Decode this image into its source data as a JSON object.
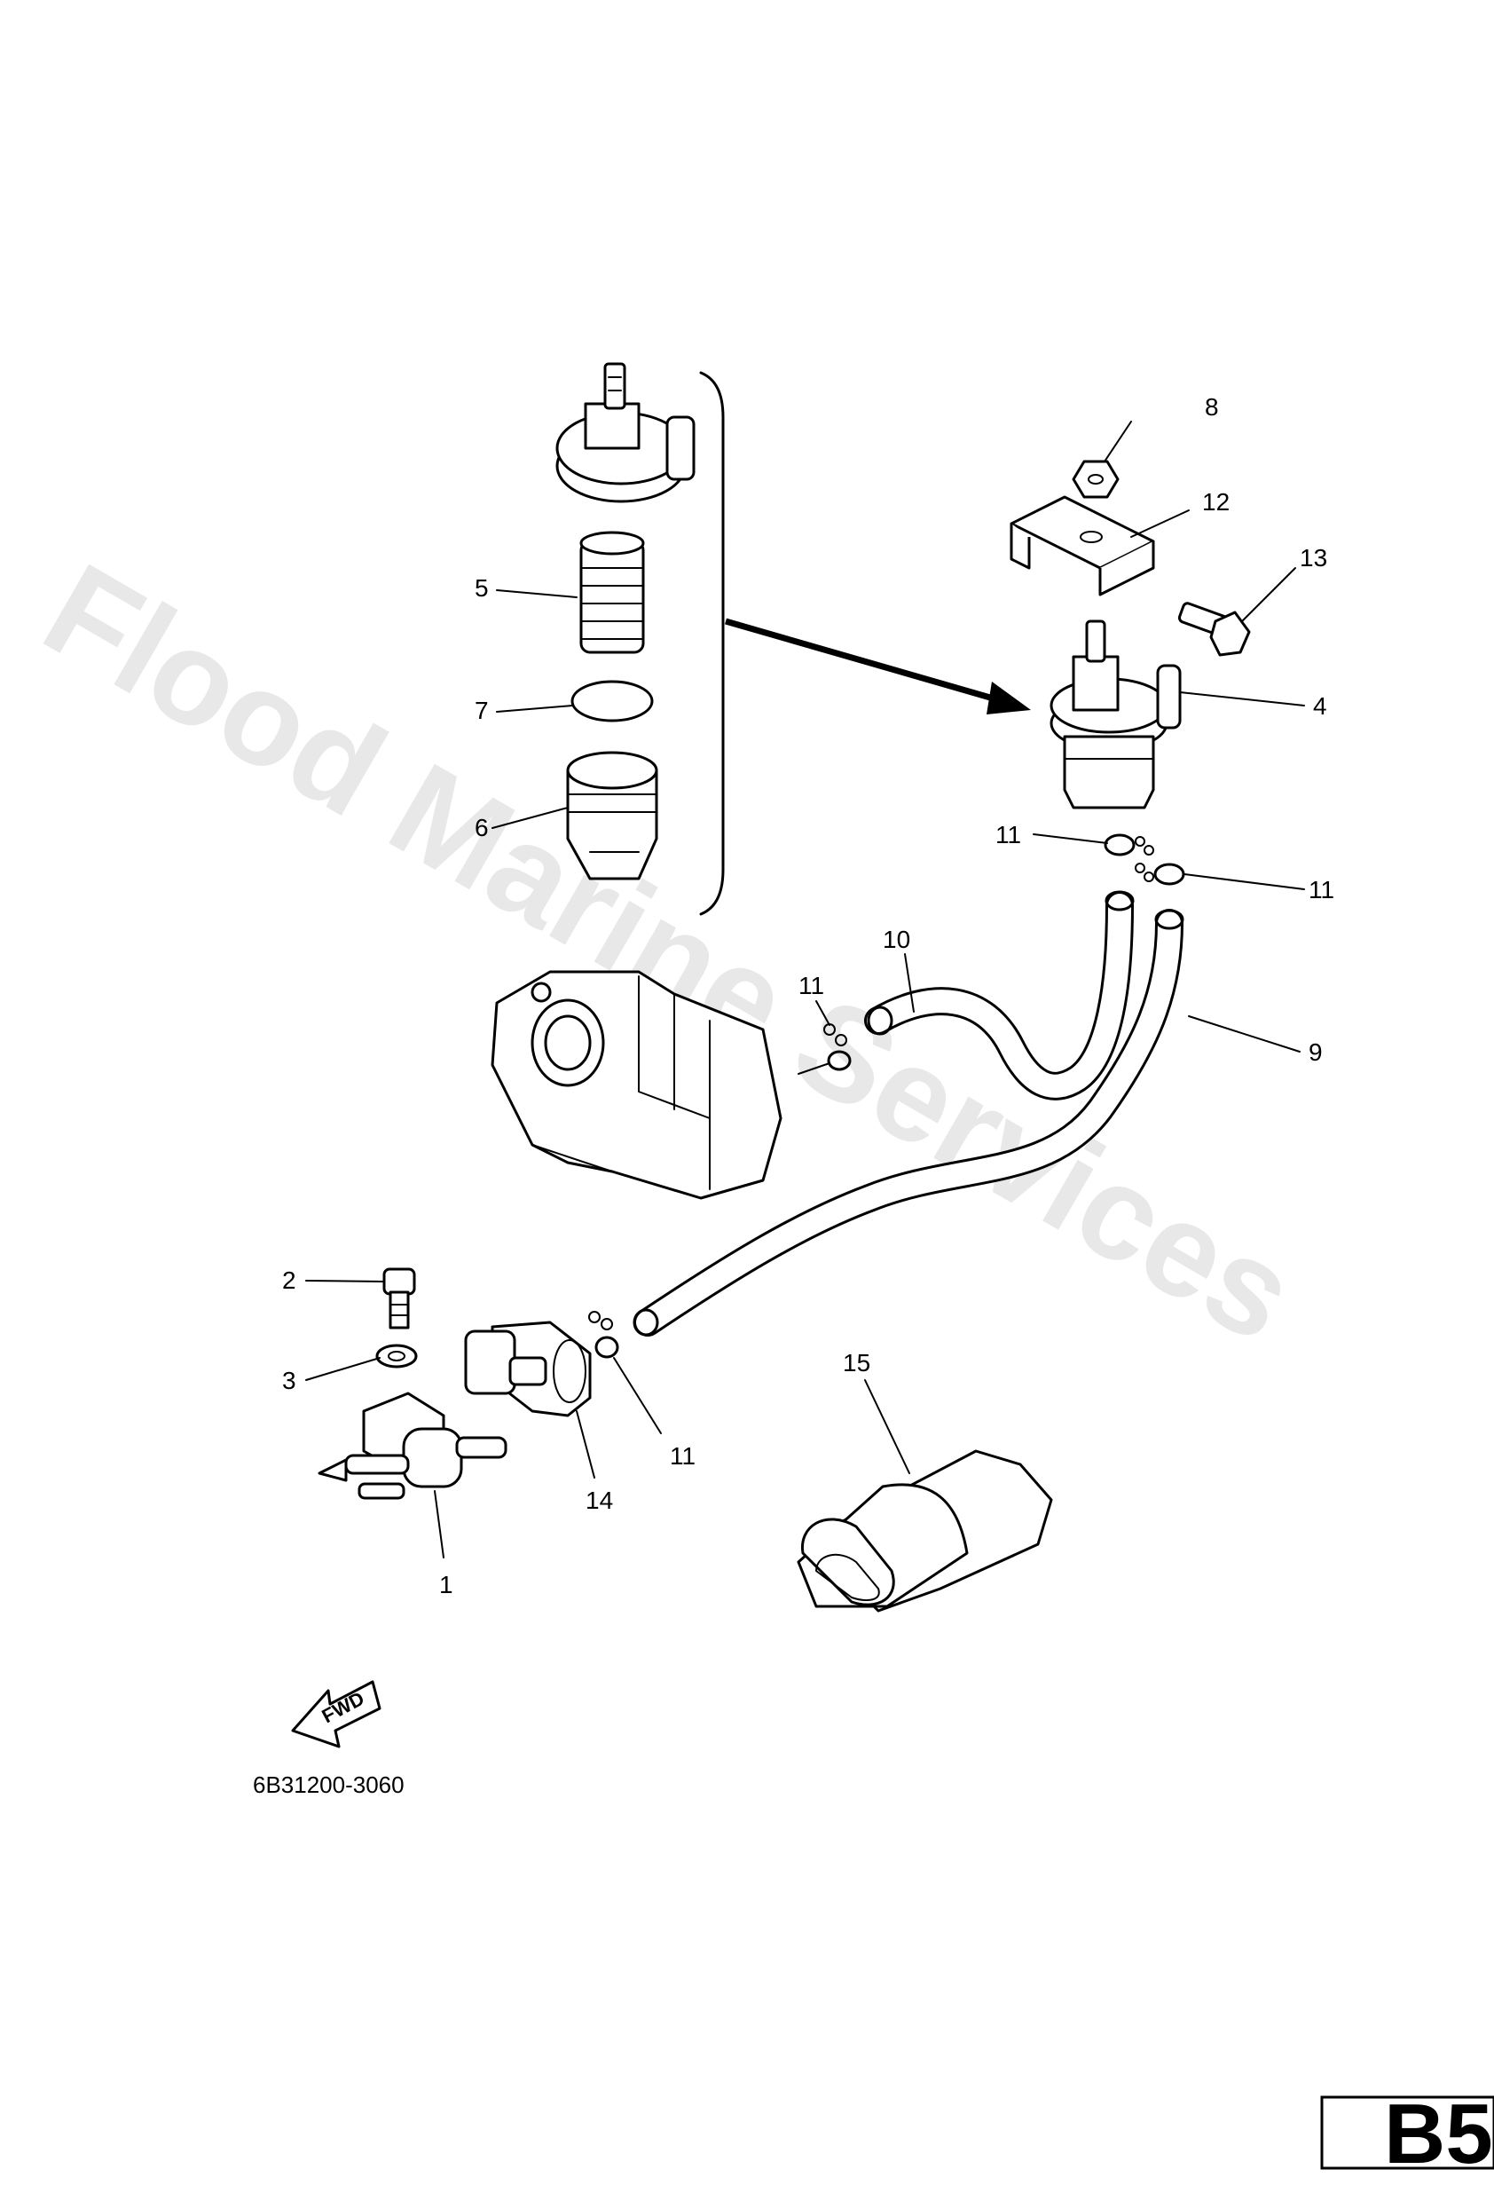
{
  "watermark": "Flood Marine Services",
  "callouts": {
    "c1": "1",
    "c2": "2",
    "c3": "3",
    "c4": "4",
    "c5": "5",
    "c6": "6",
    "c7": "7",
    "c8": "8",
    "c9": "9",
    "c10": "10",
    "c11a": "11",
    "c11b": "11",
    "c11c": "11",
    "c11d": "11",
    "c12": "12",
    "c13": "13",
    "c14": "14",
    "c15": "15"
  },
  "fwd_label": "FWD",
  "part_number": "6B31200-3060",
  "page_code": "B5"
}
